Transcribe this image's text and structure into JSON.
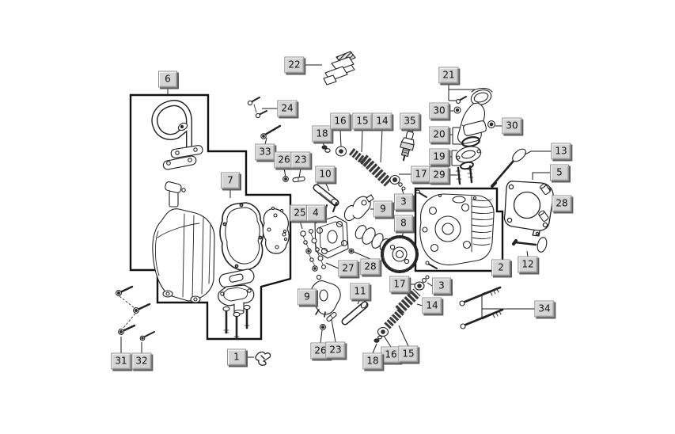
{
  "diagram": {
    "kind": "exploded-parts-diagram",
    "background_color": "#ffffff",
    "line_color": "#1f1f1f",
    "callout_bg": "#d4d4d4",
    "callout_border": "#8f8f8f",
    "callout_shadow": "#5c5c5c",
    "callout_text_color": "#101010"
  },
  "callouts": [
    {
      "label": "6"
    },
    {
      "label": "22"
    },
    {
      "label": "24"
    },
    {
      "label": "33"
    },
    {
      "label": "18"
    },
    {
      "label": "26"
    },
    {
      "label": "23"
    },
    {
      "label": "10"
    },
    {
      "label": "16"
    },
    {
      "label": "15"
    },
    {
      "label": "14"
    },
    {
      "label": "35"
    },
    {
      "label": "17"
    },
    {
      "label": "21"
    },
    {
      "label": "30"
    },
    {
      "label": "30"
    },
    {
      "label": "20"
    },
    {
      "label": "19"
    },
    {
      "label": "29"
    },
    {
      "label": "13"
    },
    {
      "label": "5"
    },
    {
      "label": "28"
    },
    {
      "label": "7"
    },
    {
      "label": "25"
    },
    {
      "label": "4"
    },
    {
      "label": "9"
    },
    {
      "label": "3"
    },
    {
      "label": "8"
    },
    {
      "label": "27"
    },
    {
      "label": "28"
    },
    {
      "label": "2"
    },
    {
      "label": "12"
    },
    {
      "label": "17"
    },
    {
      "label": "3"
    },
    {
      "label": "11"
    },
    {
      "label": "9"
    },
    {
      "label": "14"
    },
    {
      "label": "34"
    },
    {
      "label": "26"
    },
    {
      "label": "23"
    },
    {
      "label": "16"
    },
    {
      "label": "15"
    },
    {
      "label": "18"
    },
    {
      "label": "31"
    },
    {
      "label": "32"
    },
    {
      "label": "1"
    }
  ]
}
